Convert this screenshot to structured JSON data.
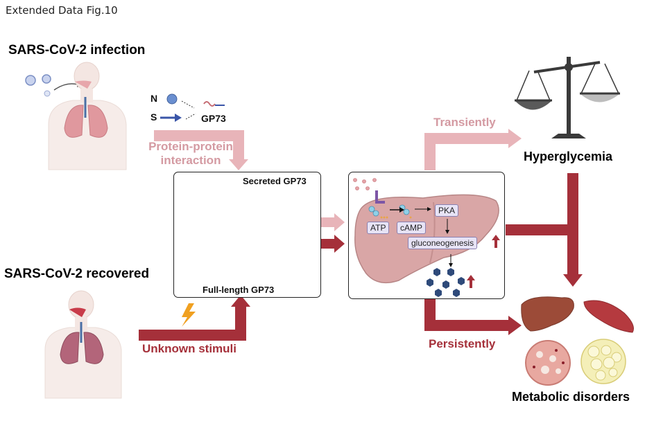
{
  "figure_label": "Extended Data Fig.10",
  "infection": {
    "title": "SARS-CoV-2 infection"
  },
  "recovered": {
    "title": "SARS-CoV-2 recovered"
  },
  "proteins": {
    "n_label": "N",
    "s_label": "S",
    "gp73_label": "GP73"
  },
  "interaction_label": {
    "line1": "Protein-protein",
    "line2": "interaction"
  },
  "unknown_stimuli": "Unknown stimuli",
  "golgi_box": {
    "secreted": "Secreted GP73",
    "full_length": "Full-length GP73"
  },
  "liver_box": {
    "atp": "ATP",
    "camp": "cAMP",
    "pka": "PKA",
    "gluconeogenesis": "gluconeogenesis"
  },
  "transiently": "Transiently",
  "persistently": "Persistently",
  "hyperglycemia": "Hyperglycemia",
  "metabolic_disorders": "Metabolic disorders",
  "colors": {
    "pink": "#e8b4b9",
    "dark_red": "#a5303a",
    "liver": "#d9a6a6",
    "golgi": "#aab9cf"
  },
  "icons": [
    "virus-icon",
    "lungs-icon",
    "balance-scale-icon",
    "liver-icon",
    "muscle-icon",
    "adipose-icon",
    "lightning-icon",
    "glucose-icon"
  ]
}
